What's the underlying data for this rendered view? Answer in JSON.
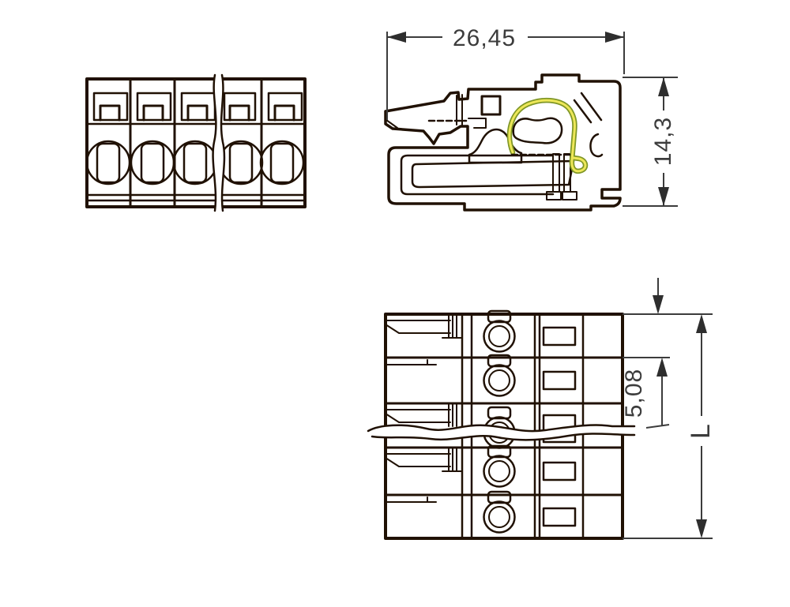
{
  "drawing": {
    "type": "technical-dimension-drawing",
    "subject": "pluggable-terminal-connector",
    "positions_shown": 5,
    "colors": {
      "body_orange": "#EE8A4F",
      "inner_light": "#F6CBA2",
      "detail_yellow": "#F3DC13",
      "outline_dark": "#201104",
      "dimension_gray": "#3C3C3C",
      "background": "#FFFFFF"
    },
    "views": {
      "front": {
        "label": "front-view"
      },
      "side": {
        "label": "side-section-view",
        "width_dim": "26,45",
        "height_dim": "14,3"
      },
      "top": {
        "label": "top-view",
        "pitch_dim": "5,08",
        "length_dim": "L"
      }
    }
  }
}
